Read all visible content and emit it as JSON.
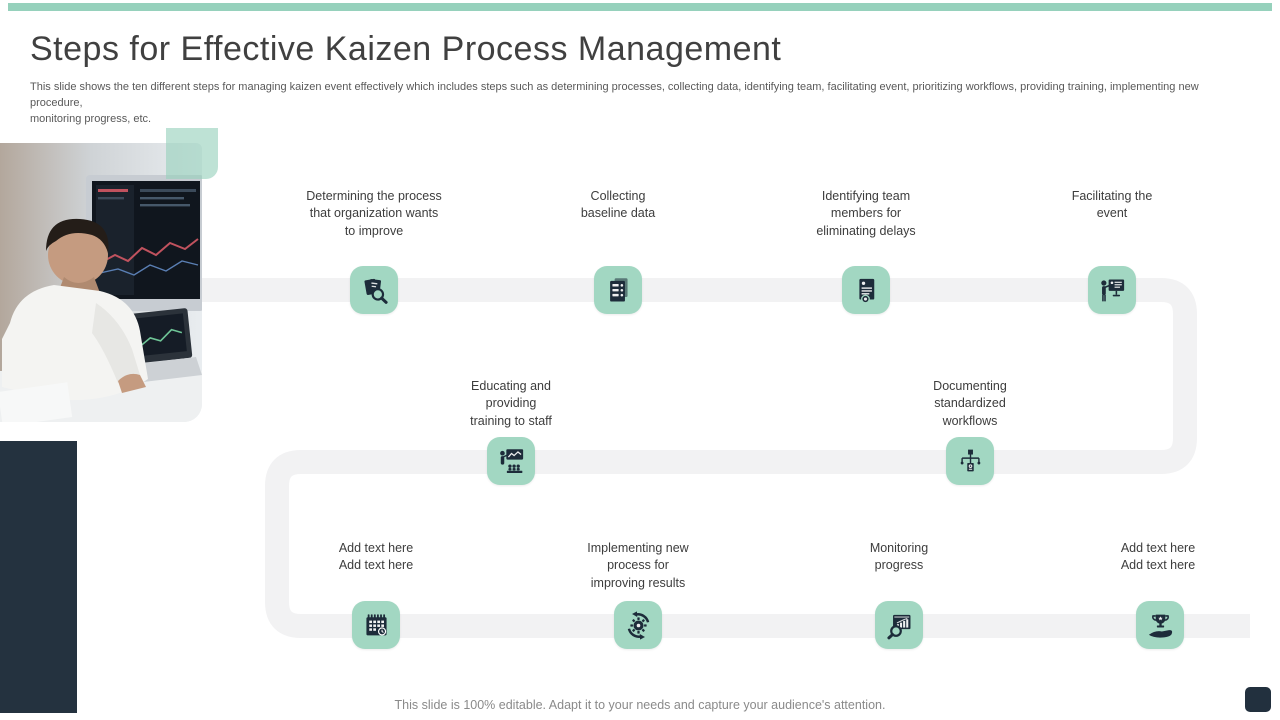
{
  "slide": {
    "title": "Steps for Effective Kaizen Process Management",
    "subtitle": "This slide shows the ten different steps for managing kaizen event effectively which includes steps such as determining processes, collecting data, identifying team,  facilitating event, prioritizing workflows, providing training, implementing  new procedure,\nmonitoring  progress,  etc.",
    "footer": "This slide is 100% editable. Adapt it to your needs and capture your audience's attention."
  },
  "colors": {
    "top_bar": "#96d1bc",
    "icon_tile": "#a2d7c2",
    "icon_glyph": "#1d2c3a",
    "path_gray": "#f2f2f3",
    "accent_navy": "#24323f",
    "title_text": "#404040",
    "body_text": "#595959",
    "footer_text": "#8a8a8a"
  },
  "steps": [
    {
      "label": "Determining the process\nthat organization wants\nto improve",
      "icon": "documents-search-icon"
    },
    {
      "label": "Collecting\nbaseline data",
      "icon": "checklist-pages-icon"
    },
    {
      "label": "Identifying  team\nmembers for\neliminating delays",
      "icon": "certificate-profile-icon"
    },
    {
      "label": "Facilitating the\nevent",
      "icon": "presenter-board-icon"
    },
    {
      "label": "Educating and\nproviding\ntraining  to staff",
      "icon": "training-session-icon"
    },
    {
      "label": "Documenting\nstandardized\nworkflows",
      "icon": "workflow-chart-icon"
    },
    {
      "label": "Add text here\nAdd text here",
      "icon": "calendar-clock-icon"
    },
    {
      "label": "Implementing new\nprocess for\nimproving results",
      "icon": "gear-cycle-icon"
    },
    {
      "label": "Monitoring\nprogress",
      "icon": "chart-magnifier-icon"
    },
    {
      "label": "Add text here\nAdd text here",
      "icon": "trophy-hand-icon"
    }
  ]
}
